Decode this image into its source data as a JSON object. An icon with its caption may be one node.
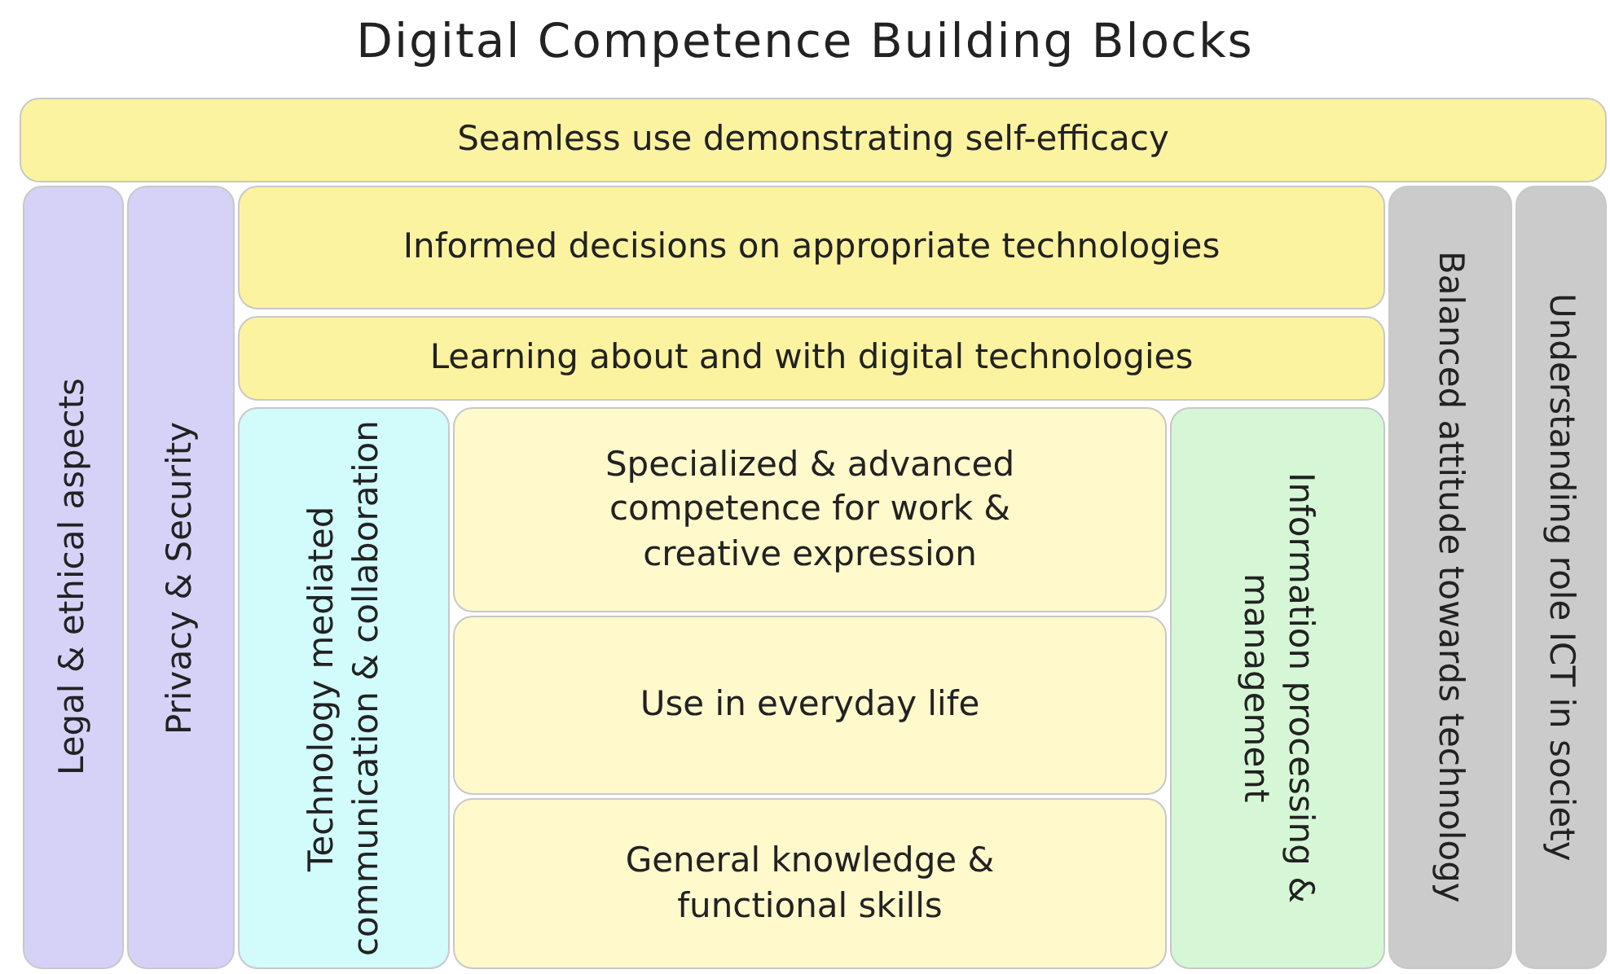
{
  "diagram": {
    "title": "Digital Competence Building Blocks",
    "nodes": [
      {
        "text": [
          "Seamless use demonstrating self-efficacy"
        ]
      },
      {
        "text": [
          "Legal & ethical aspects"
        ]
      },
      {
        "text": [
          "Privacy & Security"
        ]
      },
      {
        "text": [
          "Informed decisions on appropriate technologies"
        ]
      },
      {
        "text": [
          "Learning about and with digital technologies"
        ]
      },
      {
        "text": [
          "Technology mediated communication & collaboration"
        ]
      },
      {
        "text": [
          "Specialized & advanced competence for work & creative expression"
        ]
      },
      {
        "text": [
          "Use in everyday life"
        ]
      },
      {
        "text": [
          "General knowledge & functional skills"
        ]
      },
      {
        "text": [
          "Information processing & management"
        ]
      },
      {
        "text": [
          "Balanced attitude towards technology"
        ]
      },
      {
        "text": [
          "Understanding role ICT in society"
        ]
      }
    ]
  }
}
